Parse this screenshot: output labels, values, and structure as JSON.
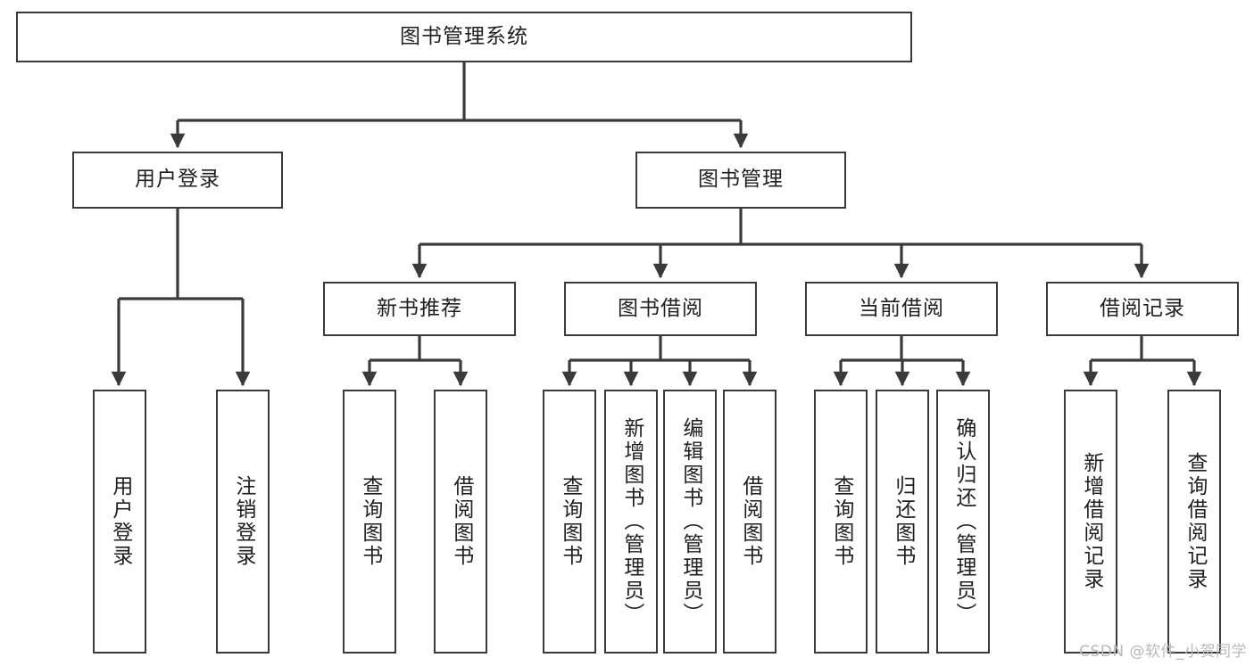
{
  "diagram": {
    "title": "图书管理系统",
    "type": "tree",
    "watermark": "CSDN @软件_小贺同学",
    "colors": {
      "box_border": "#3a3a3a",
      "edge": "#3a3a3a",
      "text": "#1f1f1f",
      "background": "#ffffff",
      "watermark": "#b9b9b9"
    },
    "nodes": {
      "root": {
        "label": "图书管理系统"
      },
      "level2": [
        {
          "id": "user-login",
          "label": "用户登录"
        },
        {
          "id": "book-management",
          "label": "图书管理"
        }
      ],
      "level3": [
        {
          "id": "new-book-recommend",
          "label": "新书推荐"
        },
        {
          "id": "book-borrow",
          "label": "图书借阅"
        },
        {
          "id": "current-borrow",
          "label": "当前借阅"
        },
        {
          "id": "borrow-record",
          "label": "借阅记录"
        }
      ],
      "leaves": {
        "user-login": [
          {
            "id": "leaf-user-login",
            "label": "用户登录"
          },
          {
            "id": "leaf-logout-login",
            "label": "注销登录"
          }
        ],
        "new-book-recommend": [
          {
            "id": "leaf-query-book-1",
            "label": "查询图书"
          },
          {
            "id": "leaf-borrow-book-1",
            "label": "借阅图书"
          }
        ],
        "book-borrow": [
          {
            "id": "leaf-query-book-2",
            "label": "查询图书"
          },
          {
            "id": "leaf-add-book",
            "label": "新增图书（管理员）"
          },
          {
            "id": "leaf-edit-book",
            "label": "编辑图书（管理员）"
          },
          {
            "id": "leaf-borrow-book-2",
            "label": "借阅图书"
          }
        ],
        "current-borrow": [
          {
            "id": "leaf-query-book-3",
            "label": "查询图书"
          },
          {
            "id": "leaf-return-book",
            "label": "归还图书"
          },
          {
            "id": "leaf-confirm-return",
            "label": "确认归还（管理员）"
          }
        ],
        "borrow-record": [
          {
            "id": "leaf-add-record",
            "label": "新增借阅记录"
          },
          {
            "id": "leaf-query-record",
            "label": "查询借阅记录"
          }
        ]
      }
    }
  }
}
